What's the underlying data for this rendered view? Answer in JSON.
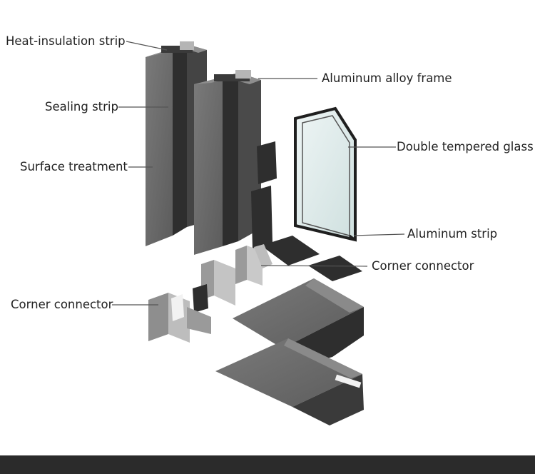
{
  "labels": {
    "heat_insulation_strip": "Heat-insulation strip",
    "sealing_strip": "Sealing strip",
    "surface_treatment": "Surface treatment",
    "aluminum_alloy_frame": "Aluminum alloy frame",
    "double_tempered_glass": "Double tempered glass",
    "aluminum_strip": "Aluminum strip",
    "corner_connector_right": "Corner connector",
    "corner_connector_left": "Corner connector"
  },
  "colors": {
    "profile_face": "#707070",
    "profile_dark": "#2e2e2e",
    "profile_light": "#8a8a8a",
    "glass": "#dfecec",
    "leader_line": "#555555",
    "footer": "#2b2b2b"
  }
}
